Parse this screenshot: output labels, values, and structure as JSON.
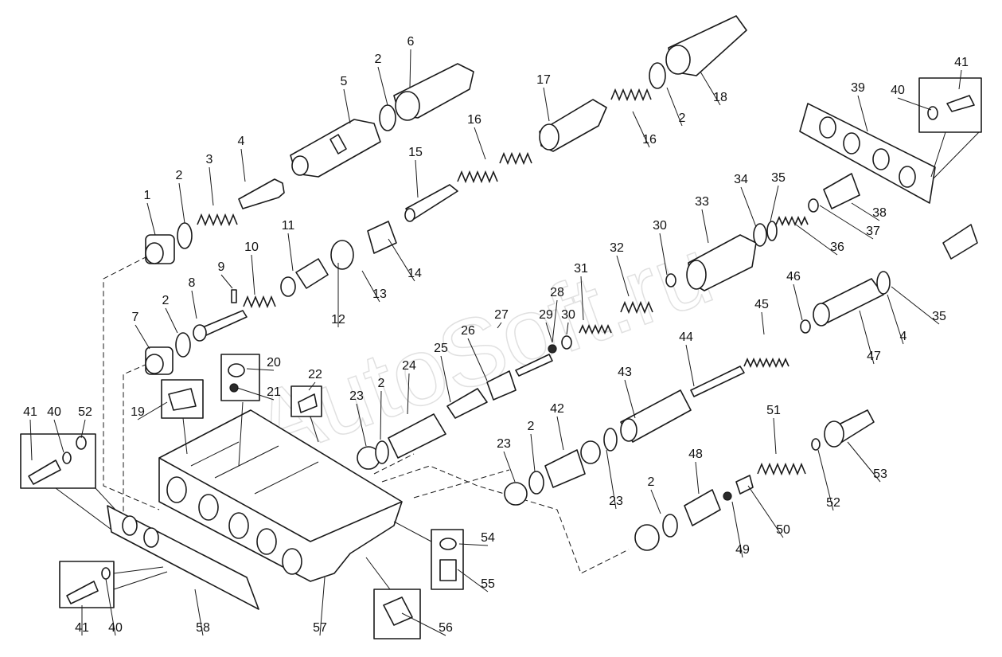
{
  "watermark": "AutoSoft.ru",
  "callouts": [
    "1",
    "2",
    "3",
    "4",
    "5",
    "6",
    "2",
    "17",
    "18",
    "2",
    "16",
    "16",
    "15",
    "39",
    "40",
    "41",
    "7",
    "2",
    "8",
    "9",
    "10",
    "11",
    "12",
    "13",
    "14",
    "34",
    "35",
    "33",
    "38",
    "37",
    "36",
    "30",
    "32",
    "31",
    "28",
    "29",
    "30",
    "27",
    "26",
    "25",
    "24",
    "23",
    "2",
    "20",
    "21",
    "22",
    "19",
    "41",
    "40",
    "52",
    "46",
    "45",
    "47",
    "4",
    "35",
    "44",
    "43",
    "42",
    "23",
    "2",
    "23",
    "2",
    "48",
    "49",
    "50",
    "51",
    "52",
    "53",
    "54",
    "55",
    "56",
    "57",
    "58",
    "41",
    "40"
  ]
}
